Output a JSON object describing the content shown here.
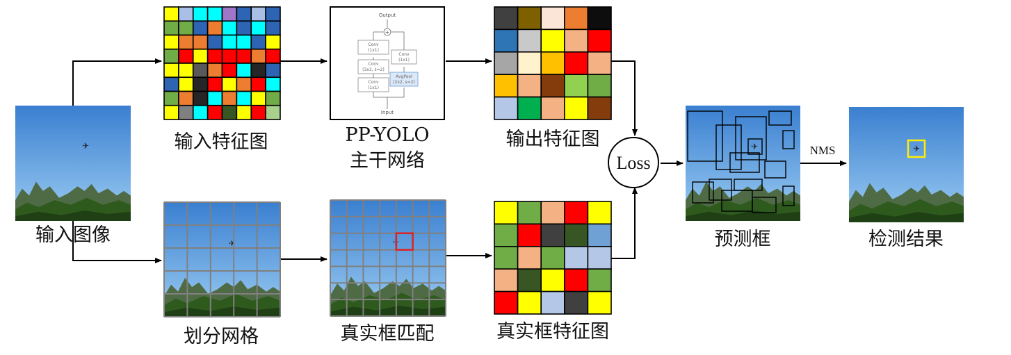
{
  "labels": {
    "input_image": "输入图像",
    "input_feature_map": "输入特征图",
    "backbone_line1": "PP-YOLO",
    "backbone_line2": "主干网络",
    "output_feature_map": "输出特征图",
    "loss": "Loss",
    "pred_boxes": "预测框",
    "nms": "NMS",
    "detection_result": "检测结果",
    "grid_split": "划分网格",
    "gt_match": "真实框匹配",
    "gt_feature_map": "真实框特征图"
  },
  "backbone_block": {
    "output": "Output",
    "input": "Input",
    "plus": "+",
    "left_boxes": [
      {
        "line1": "Conv",
        "line2": "(1x1)"
      },
      {
        "line1": "Conv",
        "line2": "(3x3, s=2)"
      },
      {
        "line1": "Conv",
        "line2": "(1x1)"
      }
    ],
    "right_boxes": [
      {
        "line1": "Conv",
        "line2": "(1x1)"
      },
      {
        "line1": "AvgPool",
        "line2": "(2x2, s=2)"
      }
    ]
  },
  "colors": {
    "sky_top": "#3a7fd0",
    "sky_bottom": "#8cc6f2",
    "match_box": "#e02020",
    "result_box": "#ffee00",
    "grid_line": "#808080"
  },
  "input_feature_colors": [
    [
      "#ffff00",
      "#a9bfe6",
      "#00ffff",
      "#00ffff",
      "#9f76c8",
      "#2e64b4",
      "#a9bfe6",
      "#2e64b4"
    ],
    [
      "#71ad47",
      "#71ad47",
      "#2e64b4",
      "#ed7d31",
      "#00ffff",
      "#2e64b4",
      "#00ffff",
      "#2e64b4"
    ],
    [
      "#ffff00",
      "#ed7d31",
      "#ed7d31",
      "#2e64b4",
      "#00ffff",
      "#00ffff",
      "#2e64b4",
      "#ffff00"
    ],
    [
      "#71ad47",
      "#ff0000",
      "#ffff00",
      "#ff0000",
      "#ff0000",
      "#ff0000",
      "#ed7d31",
      "#ff0000"
    ],
    [
      "#ffff00",
      "#ffff00",
      "#595959",
      "#ed7d31",
      "#ff0000",
      "#00ffff",
      "#262626",
      "#2e64b4"
    ],
    [
      "#2e64b4",
      "#ffff00",
      "#262626",
      "#ff0000",
      "#ffff00",
      "#ed7d31",
      "#ff0000",
      "#00ffff"
    ],
    [
      "#71ad47",
      "#ed7d31",
      "#262626",
      "#00ffff",
      "#ed7d31",
      "#00ffff",
      "#ffff00",
      "#71ad47"
    ],
    [
      "#ffff00",
      "#808080",
      "#00ffff",
      "#ff0000",
      "#375623",
      "#ffff00",
      "#ff0000",
      "#a9d18e"
    ]
  ],
  "output_feature_colors": [
    [
      "#404040",
      "#7f6000",
      "#fbe5d6",
      "#ed7d31",
      "#0d0d0d"
    ],
    [
      "#2e75b6",
      "#c9c9c9",
      "#ffff00",
      "#f4b183",
      "#ff0000"
    ],
    [
      "#a6a6a6",
      "#fff2cc",
      "#ffc000",
      "#ff0000",
      "#f4b183"
    ],
    [
      "#ffc000",
      "#f4b183",
      "#843c0c",
      "#92d050",
      "#70ad47"
    ],
    [
      "#b4c7e7",
      "#00b050",
      "#f4b183",
      "#ffff00",
      "#843c0c"
    ]
  ],
  "gt_feature_colors": [
    [
      "#ffff00",
      "#70ad47",
      "#f4b183",
      "#ff0000",
      "#ffff00"
    ],
    [
      "#70ad47",
      "#ff0000",
      "#404040",
      "#375623",
      "#70a1d4"
    ],
    [
      "#70ad47",
      "#f4b183",
      "#70ad47",
      "#b4c7e7",
      "#b4c7e7"
    ],
    [
      "#f4b183",
      "#375623",
      "#ffff00",
      "#ff0000",
      "#70ad47"
    ],
    [
      "#ff0000",
      "#ffff00",
      "#b4c7e7",
      "#404040",
      "#ffff00"
    ]
  ]
}
